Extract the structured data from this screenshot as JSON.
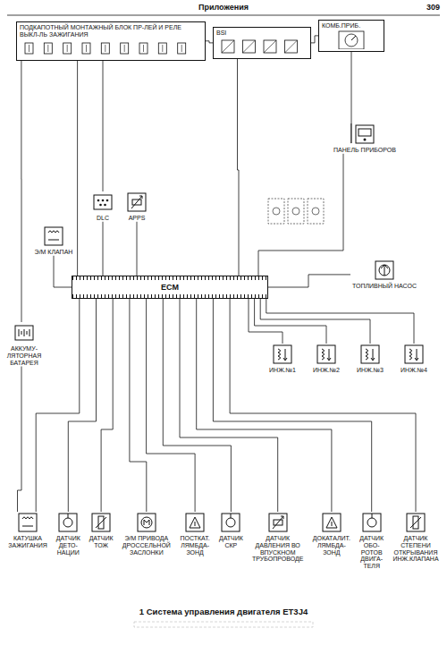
{
  "diagram": {
    "caption": "1 Система управления двигателя ET3J4",
    "nodes": [
      {
        "text": [
          "ПОДКАПОТНЫЙ МОНТАЖНЫЙ БЛОК ПР-ЛЕЙ И РЕЛЕ ВЫКЛ-ЛЬ ЗАЖИГАНИЯ"
        ]
      },
      {
        "text": [
          "BSI"
        ]
      },
      {
        "text": [
          "КОМБ.ПРИБ."
        ]
      },
      {
        "text": [
          "ПАНЕЛЬ ПРИБОРОВ"
        ]
      },
      {
        "text": [
          "DLC"
        ]
      },
      {
        "text": [
          "APPS"
        ]
      },
      {
        "text": [
          "Э/М КЛАПАН"
        ]
      },
      {
        "text": [
          "ECM"
        ]
      },
      {
        "text": [
          "ТОПЛИВНЫЙ НАСОС"
        ]
      },
      {
        "text": [
          "АККУМУ- ЛЯТОРНАЯ БАТАРЕЯ"
        ]
      },
      {
        "text": [
          "ИНЖ.№1"
        ]
      },
      {
        "text": [
          "ИНЖ.№2"
        ]
      },
      {
        "text": [
          "ИНЖ.№3"
        ]
      },
      {
        "text": [
          "ИНЖ.№4"
        ]
      },
      {
        "text": [
          "КАТУШКА ЗАЖИГАНИЯ"
        ]
      },
      {
        "text": [
          "ДАТЧИК ДЕТО- НАЦИИ"
        ]
      },
      {
        "text": [
          "ДАТЧИК ТОЖ"
        ]
      },
      {
        "text": [
          "Э/М ПРИВОДА ДРОССЕЛЬНОЙ ЗАСЛОНКИ"
        ]
      },
      {
        "text": [
          "ПОСТКАТ. ЛЯМБДА- ЗОНД"
        ]
      },
      {
        "text": [
          "ДАТЧИК СКР"
        ]
      },
      {
        "text": [
          "ДАТЧИК ДАВЛЕНИЯ ВО ВПУСКНОМ ТРУБОПРОВОДЕ"
        ]
      },
      {
        "text": [
          "ДОКАТАЛИТ. ЛЯМБДА- ЗОНД"
        ]
      },
      {
        "text": [
          "ДАТЧИК ОБО- РОТОВ ДВИГА- ТЕЛЯ"
        ]
      },
      {
        "text": [
          "ДАТЧИК СТЕПЕНИ ОТКРЫВАНИЯ ИНЖ.КЛАПАНА"
        ]
      }
    ],
    "edges": [
      {
        "from": 0,
        "to": 1,
        "arrow": "none"
      },
      {
        "from": 1,
        "to": 2,
        "arrow": "none"
      },
      {
        "from": 2,
        "to": 3,
        "arrow": "none"
      },
      {
        "from": 0,
        "to": 4,
        "arrow": "none"
      },
      {
        "from": 0,
        "to": 7,
        "arrow": "none"
      },
      {
        "from": 1,
        "to": 7,
        "arrow": "none"
      },
      {
        "from": 3,
        "to": 7,
        "arrow": "none"
      },
      {
        "from": 4,
        "to": 7,
        "arrow": "none"
      },
      {
        "from": 5,
        "to": 7,
        "arrow": "none"
      },
      {
        "from": 6,
        "to": 7,
        "arrow": "none"
      },
      {
        "from": 7,
        "to": 8,
        "arrow": "none"
      },
      {
        "from": 9,
        "to": 0,
        "arrow": "none"
      },
      {
        "from": 9,
        "to": 14,
        "arrow": "none"
      },
      {
        "from": 7,
        "to": 10,
        "arrow": "none"
      },
      {
        "from": 7,
        "to": 11,
        "arrow": "none"
      },
      {
        "from": 7,
        "to": 12,
        "arrow": "none"
      },
      {
        "from": 7,
        "to": 13,
        "arrow": "none"
      },
      {
        "from": 7,
        "to": 14,
        "arrow": "none"
      },
      {
        "from": 7,
        "to": 15,
        "arrow": "none"
      },
      {
        "from": 7,
        "to": 16,
        "arrow": "none"
      },
      {
        "from": 7,
        "to": 17,
        "arrow": "none"
      },
      {
        "from": 7,
        "to": 18,
        "arrow": "none"
      },
      {
        "from": 7,
        "to": 19,
        "arrow": "none"
      },
      {
        "from": 7,
        "to": 20,
        "arrow": "none"
      },
      {
        "from": 7,
        "to": 21,
        "arrow": "none"
      },
      {
        "from": 7,
        "to": 22,
        "arrow": "none"
      },
      {
        "from": 7,
        "to": 23,
        "arrow": "none"
      }
    ],
    "labels": [
      "Приложения",
      "309"
    ]
  }
}
